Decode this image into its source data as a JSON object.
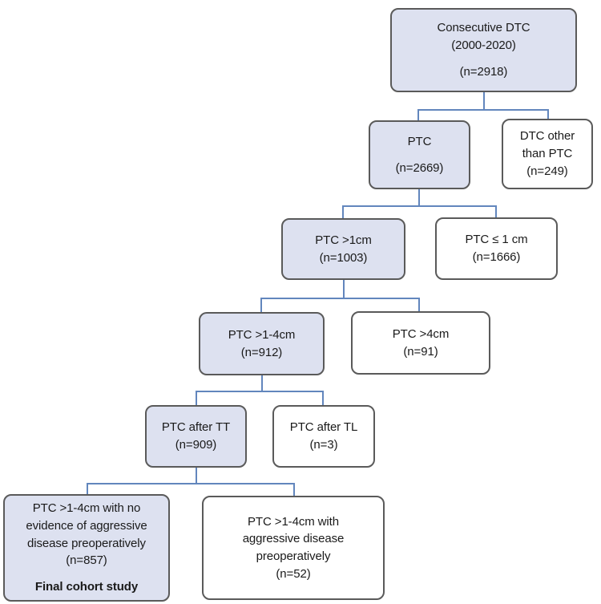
{
  "diagram": {
    "title": "Consecutive DTC patient selection flowchart",
    "colors": {
      "shaded_fill": "#dde1f0",
      "plain_fill": "#ffffff",
      "box_border": "#5a5a5a",
      "connector": "#6286bd",
      "text": "#1a1a1a"
    },
    "nodes": [
      {
        "id": "consecutive-dtc",
        "name": "consecutive-dtc-node",
        "shaded": true,
        "lines": [
          {
            "text": "Consecutive DTC",
            "bold": false
          },
          {
            "text": "(2000-2020)",
            "bold": false
          },
          {
            "text": "(n=2918)",
            "bold": false
          }
        ]
      },
      {
        "id": "ptc",
        "name": "ptc-node",
        "shaded": true,
        "lines": [
          {
            "text": "PTC",
            "bold": false
          },
          {
            "text": "(n=2669)",
            "bold": false
          }
        ]
      },
      {
        "id": "dtc-other-than-ptc",
        "name": "dtc-other-than-ptc-node",
        "shaded": false,
        "lines": [
          {
            "text": "DTC other",
            "bold": false
          },
          {
            "text": "than PTC",
            "bold": false
          },
          {
            "text": "(n=249)",
            "bold": false
          }
        ]
      },
      {
        "id": "ptc-gt-1cm",
        "name": "ptc-greater-than-1cm-node",
        "shaded": true,
        "lines": [
          {
            "text": "PTC >1cm",
            "bold": false
          },
          {
            "text": "(n=1003)",
            "bold": false
          }
        ]
      },
      {
        "id": "ptc-le-1cm",
        "name": "ptc-less-equal-1cm-node",
        "shaded": false,
        "lines": [
          {
            "text": "PTC ≤ 1 cm",
            "bold": false
          },
          {
            "text": "(n=1666)",
            "bold": false
          }
        ]
      },
      {
        "id": "ptc-1-4cm",
        "name": "ptc-1-to-4cm-node",
        "shaded": true,
        "lines": [
          {
            "text": "PTC >1-4cm",
            "bold": false
          },
          {
            "text": "(n=912)",
            "bold": false
          }
        ]
      },
      {
        "id": "ptc-gt-4cm",
        "name": "ptc-greater-than-4cm-node",
        "shaded": false,
        "lines": [
          {
            "text": "PTC >4cm",
            "bold": false
          },
          {
            "text": "(n=91)",
            "bold": false
          }
        ]
      },
      {
        "id": "ptc-after-tt",
        "name": "ptc-after-tt-node",
        "shaded": true,
        "lines": [
          {
            "text": "PTC after TT",
            "bold": false
          },
          {
            "text": "(n=909)",
            "bold": false
          }
        ]
      },
      {
        "id": "ptc-after-tl",
        "name": "ptc-after-tl-node",
        "shaded": false,
        "lines": [
          {
            "text": "PTC after TL",
            "bold": false
          },
          {
            "text": "(n=3)",
            "bold": false
          }
        ]
      },
      {
        "id": "final-cohort",
        "name": "final-cohort-node",
        "shaded": true,
        "lines": [
          {
            "text": "PTC >1-4cm with no",
            "bold": false
          },
          {
            "text": "evidence of aggressive",
            "bold": false
          },
          {
            "text": "disease preoperatively",
            "bold": false
          },
          {
            "text": "(n=857)",
            "bold": false
          },
          {
            "text": "Final cohort study",
            "bold": true,
            "spaced": true
          }
        ]
      },
      {
        "id": "aggressive-disease",
        "name": "aggressive-disease-node",
        "shaded": false,
        "lines": [
          {
            "text": "PTC >1-4cm with",
            "bold": false
          },
          {
            "text": "aggressive disease",
            "bold": false
          },
          {
            "text": "preoperatively",
            "bold": false
          },
          {
            "text": "(n=52)",
            "bold": false
          }
        ]
      }
    ],
    "edges": [
      {
        "from": "consecutive-dtc",
        "to": "ptc"
      },
      {
        "from": "consecutive-dtc",
        "to": "dtc-other-than-ptc"
      },
      {
        "from": "ptc",
        "to": "ptc-gt-1cm"
      },
      {
        "from": "ptc",
        "to": "ptc-le-1cm"
      },
      {
        "from": "ptc-gt-1cm",
        "to": "ptc-1-4cm"
      },
      {
        "from": "ptc-gt-1cm",
        "to": "ptc-gt-4cm"
      },
      {
        "from": "ptc-1-4cm",
        "to": "ptc-after-tt"
      },
      {
        "from": "ptc-1-4cm",
        "to": "ptc-after-tl"
      },
      {
        "from": "ptc-after-tt",
        "to": "final-cohort"
      },
      {
        "from": "ptc-after-tt",
        "to": "aggressive-disease"
      }
    ]
  }
}
